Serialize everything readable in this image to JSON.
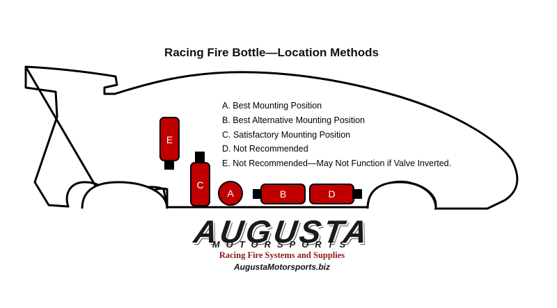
{
  "title": "Racing Fire Bottle—Location Methods",
  "legend": [
    "A. Best Mounting Position",
    "B. Best Alternative Mounting Position",
    "C. Satisfactory Mounting Position",
    "D. Not Recommended",
    "E.  Not Recommended—May Not Function if Valve Inverted."
  ],
  "bottles": {
    "a": "A",
    "b": "B",
    "c": "C",
    "d": "D",
    "e": "E"
  },
  "brand": {
    "name": "AUGUSTA",
    "sub": "MOTORSPORTS",
    "tagline": "Racing Fire Systems and Supplies",
    "website": "AugustaMotorsports.biz"
  },
  "colors": {
    "bottle": "#c00000",
    "outline": "#000000",
    "tagline": "#8b1a1a"
  }
}
